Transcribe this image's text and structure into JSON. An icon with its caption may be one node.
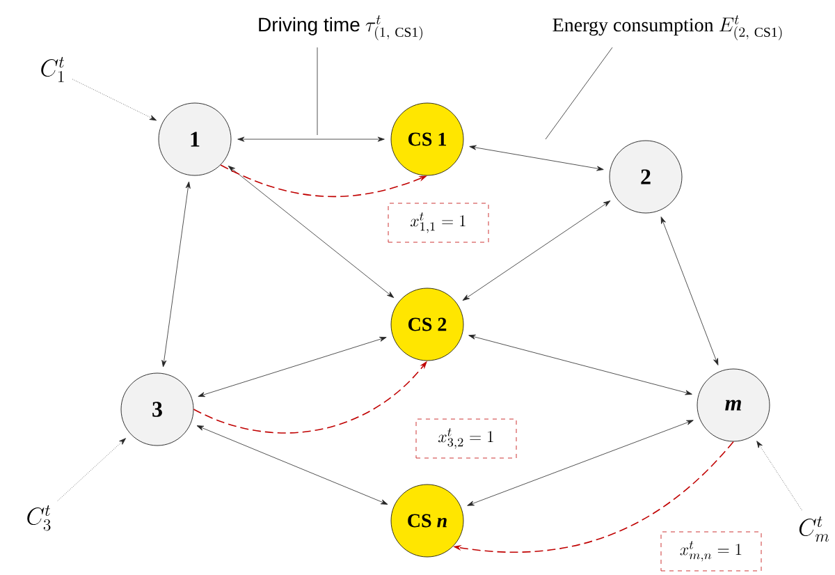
{
  "diagram": {
    "nodes": [
      {
        "text": [
          "C^{t}_{1}"
        ]
      },
      {
        "text": [
          "Driving time",
          "\\tau^{t}_{(1,\\ \\mathrm{CS1})}"
        ]
      },
      {
        "text": [
          "Energy consumption",
          "E^{t}_{(2,\\ \\mathrm{CS1})}"
        ]
      },
      {
        "text": [
          "1"
        ]
      },
      {
        "text": [
          "CS 1"
        ]
      },
      {
        "text": [
          "2"
        ]
      },
      {
        "text": [
          "x^{t}_{1,1}=1"
        ]
      },
      {
        "text": [
          "CS 2"
        ]
      },
      {
        "text": [
          "3"
        ]
      },
      {
        "text": [
          "m"
        ]
      },
      {
        "text": [
          "x^{t}_{3,2}=1"
        ]
      },
      {
        "text": [
          "C^{t}_{3}"
        ]
      },
      {
        "text": [
          "CS *n*"
        ]
      },
      {
        "text": [
          "x^{t}_{m,n}=1"
        ]
      },
      {
        "text": [
          "C^{t}_{m}"
        ]
      }
    ],
    "edges": [
      {
        "from": 0,
        "to": 3,
        "arrow": "to",
        "style": "dashed"
      },
      {
        "from": 3,
        "to": 4,
        "arrow": "both"
      },
      {
        "from": 4,
        "to": 5,
        "arrow": "both"
      },
      {
        "from": 3,
        "to": 7,
        "arrow": "both"
      },
      {
        "from": 3,
        "to": 8,
        "arrow": "both"
      },
      {
        "from": 5,
        "to": 7,
        "arrow": "both"
      },
      {
        "from": 5,
        "to": 9,
        "arrow": "both"
      },
      {
        "from": 8,
        "to": 7,
        "arrow": "both"
      },
      {
        "from": 7,
        "to": 9,
        "arrow": "both"
      },
      {
        "from": 8,
        "to": 12,
        "arrow": "both"
      },
      {
        "from": 9,
        "to": 12,
        "arrow": "both"
      },
      {
        "from": 3,
        "to": 4,
        "arrow": "to",
        "style": "dashed",
        "color": "#c00000"
      },
      {
        "from": 8,
        "to": 7,
        "arrow": "to",
        "style": "dashed",
        "color": "#c00000"
      },
      {
        "from": 9,
        "to": 12,
        "arrow": "to",
        "style": "dashed",
        "color": "#c00000"
      },
      {
        "from": 11,
        "to": 8,
        "arrow": "to",
        "style": "dashed"
      },
      {
        "from": 14,
        "to": 9,
        "arrow": "to",
        "style": "dashed"
      },
      {
        "from": 1,
        "to": null,
        "arrow": "none"
      },
      {
        "from": 2,
        "to": null,
        "arrow": "none"
      }
    ]
  }
}
